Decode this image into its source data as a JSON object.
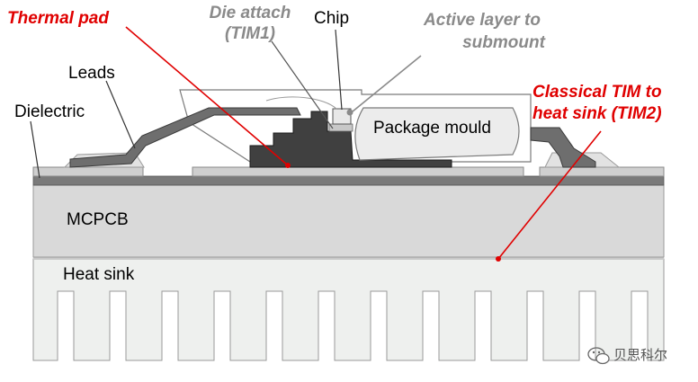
{
  "labels": {
    "thermal_pad": "Thermal pad",
    "die_attach_line1": "Die attach",
    "die_attach_line2": "(TIM1)",
    "chip": "Chip",
    "active_layer_line1": "Active layer to",
    "active_layer_line2": "submount",
    "leads": "Leads",
    "dielectric": "Dielectric",
    "package_mould": "Package mould",
    "classical_tim_line1": "Classical TIM to",
    "classical_tim_line2": "heat sink (TIM2)",
    "mcpcb": "MCPCB",
    "heat_sink": "Heat sink"
  },
  "watermark": {
    "text": "贝思科尔",
    "icon": "wechat-icon"
  },
  "colors": {
    "callout_red": "#e00000",
    "callout_gray": "#8a8a8a",
    "heat_sink_fill": "#eef0ee",
    "mcpcb_fill": "#d9d9d9",
    "dielectric_fill": "#7a7a7a",
    "chip_stack_fill": "#404040",
    "lead_fill": "#6e6e6e"
  }
}
